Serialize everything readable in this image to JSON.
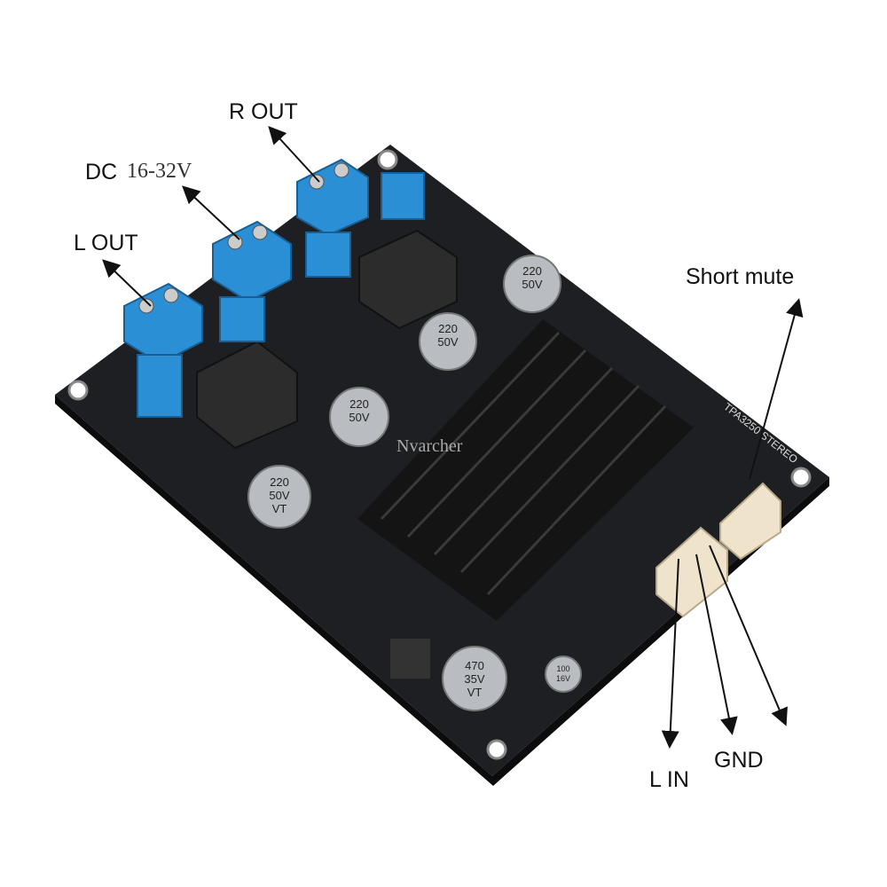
{
  "labels": {
    "r_out": "R OUT",
    "dc": "DC",
    "dc_voltage": "16-32V",
    "l_out": "L OUT",
    "short_mute": "Short mute",
    "l_in": "L IN",
    "gnd": "GND"
  },
  "board": {
    "watermark": "Nvarcher",
    "chip_label": "TPA3250 STEREO",
    "capacitor_220": [
      "220",
      "50V",
      "VT"
    ],
    "capacitor_470": [
      "470",
      "35V",
      "VT"
    ],
    "capacitor_100": [
      "100",
      "16V"
    ],
    "colors": {
      "pcb": "#1e1f22",
      "terminal": "#2b8fd6",
      "heatsink": "#141414",
      "connector": "#efe3cc"
    }
  }
}
